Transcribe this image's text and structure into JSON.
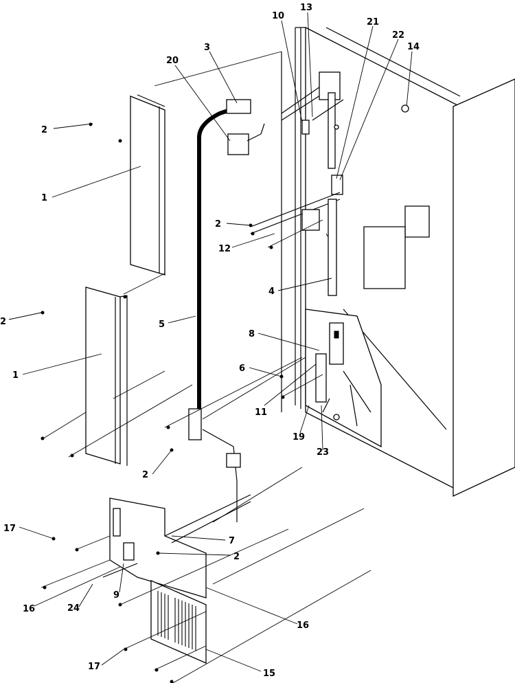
{
  "callouts": [
    {
      "id": "c13",
      "text": "13"
    },
    {
      "id": "c10",
      "text": "10"
    },
    {
      "id": "c21",
      "text": "21"
    },
    {
      "id": "c22",
      "text": "22"
    },
    {
      "id": "c14",
      "text": "14"
    },
    {
      "id": "c3",
      "text": "3"
    },
    {
      "id": "c20",
      "text": "20"
    },
    {
      "id": "c2a",
      "text": "2"
    },
    {
      "id": "c1a",
      "text": "1"
    },
    {
      "id": "c2b",
      "text": "2"
    },
    {
      "id": "c12",
      "text": "12"
    },
    {
      "id": "c4",
      "text": "4"
    },
    {
      "id": "c2c",
      "text": "2"
    },
    {
      "id": "c1b",
      "text": "1"
    },
    {
      "id": "c5",
      "text": "5"
    },
    {
      "id": "c8",
      "text": "8"
    },
    {
      "id": "c6",
      "text": "6"
    },
    {
      "id": "c11",
      "text": "11"
    },
    {
      "id": "c19",
      "text": "19"
    },
    {
      "id": "c23",
      "text": "23"
    },
    {
      "id": "c2d",
      "text": "2"
    },
    {
      "id": "c17a",
      "text": "17"
    },
    {
      "id": "c7",
      "text": "7"
    },
    {
      "id": "c2e",
      "text": "2"
    },
    {
      "id": "c9",
      "text": "9"
    },
    {
      "id": "c16a",
      "text": "16"
    },
    {
      "id": "c24",
      "text": "24"
    },
    {
      "id": "c16b",
      "text": "16"
    },
    {
      "id": "c17b",
      "text": "17"
    },
    {
      "id": "c15",
      "text": "15"
    }
  ]
}
